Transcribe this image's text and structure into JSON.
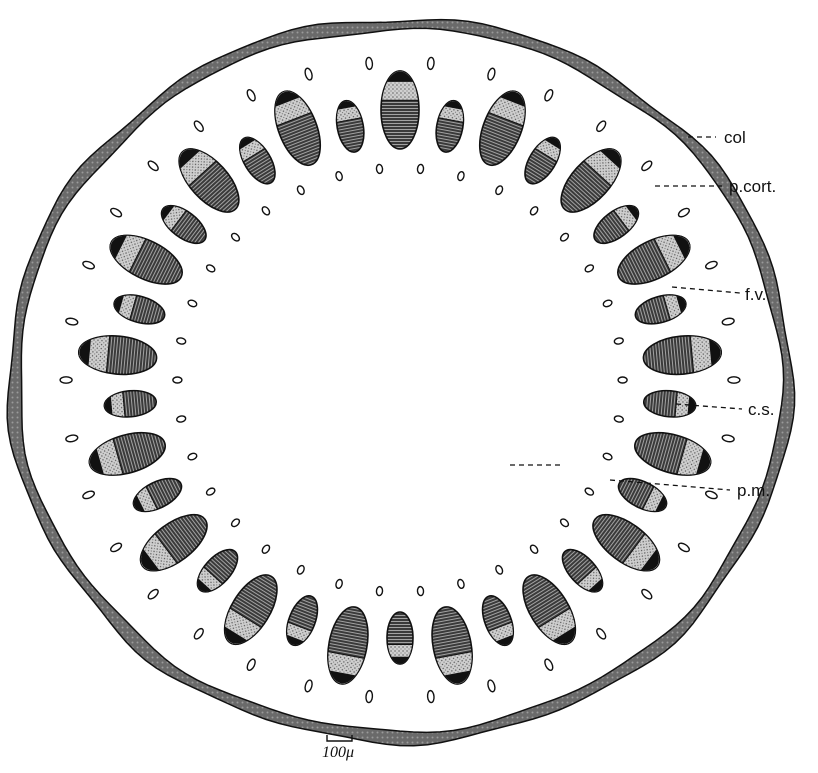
{
  "figure": {
    "labels": {
      "col": "col",
      "p_cort": "p.cort.",
      "f_v": "f.v.",
      "c_s": "c.s.",
      "p_m": "p.m."
    },
    "scale_bar": "100μ",
    "colors": {
      "ink": "#111111",
      "collenchyma": "#555555",
      "paper": "#ffffff",
      "xylem_fill": "#2a2a2a",
      "phloem_fill": "#bdbdbd"
    }
  }
}
